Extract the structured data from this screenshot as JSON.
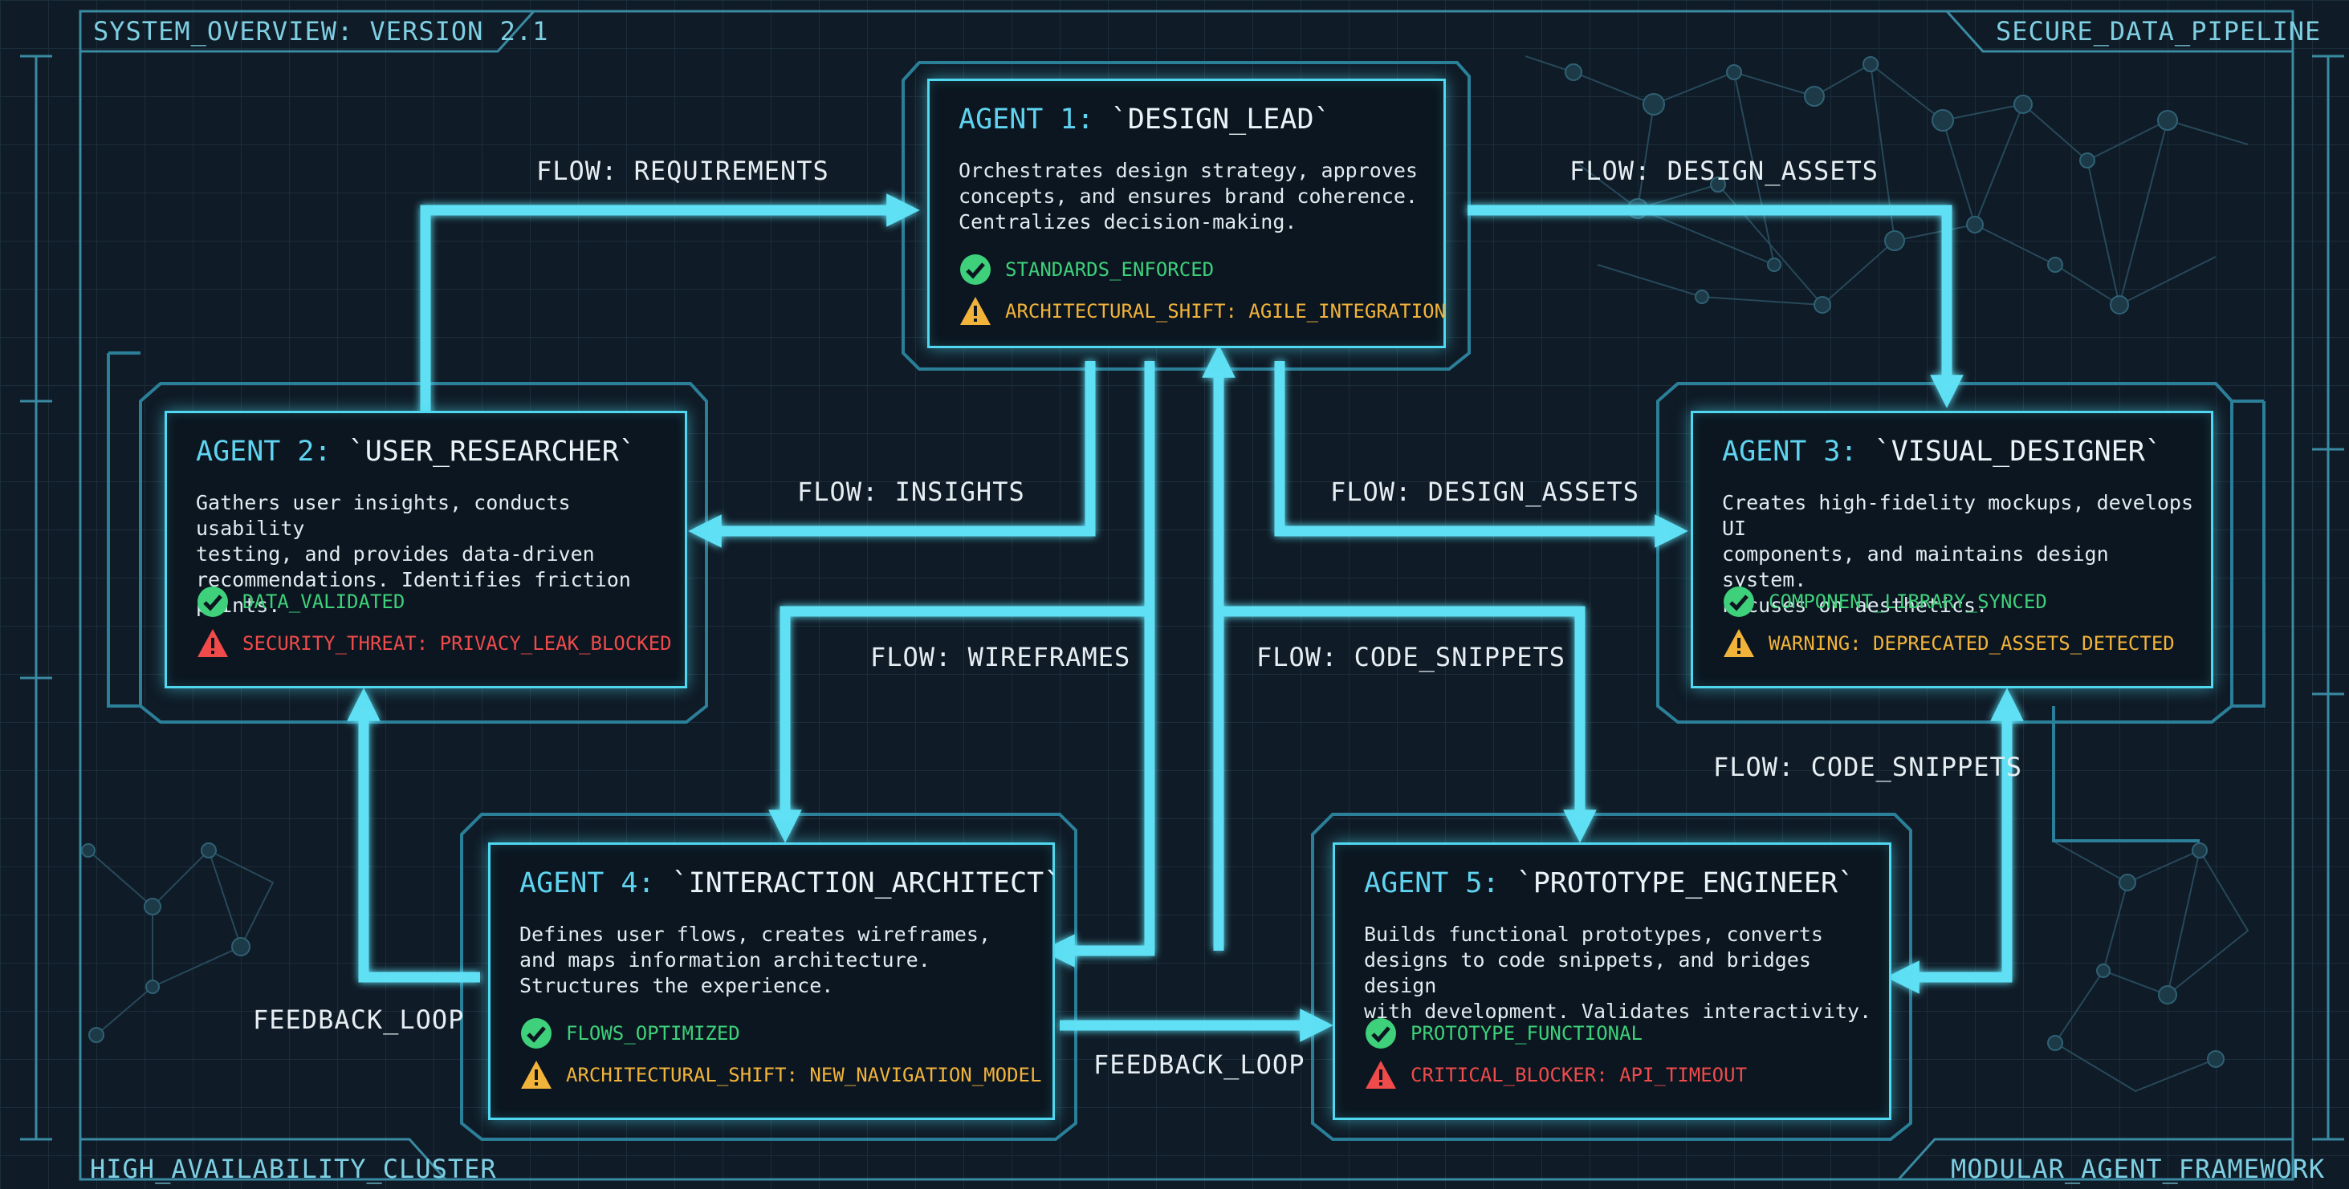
{
  "corners": {
    "top_left": "SYSTEM_OVERVIEW: VERSION 2.1",
    "top_right": "SECURE_DATA_PIPELINE",
    "bottom_left": "HIGH_AVAILABILITY_CLUSTER",
    "bottom_right": "MODULAR_AGENT_FRAMEWORK"
  },
  "flows": {
    "requirements": "FLOW: REQUIREMENTS",
    "design_assets_top": "FLOW: DESIGN_ASSETS",
    "insights": "FLOW: INSIGHTS",
    "design_assets_mid": "FLOW: DESIGN_ASSETS",
    "wireframes": "FLOW: WIREFRAMES",
    "code_snippets_mid": "FLOW: CODE_SNIPPETS",
    "code_snippets_right": "FLOW: CODE_SNIPPETS",
    "feedback_left": "FEEDBACK_LOOP",
    "feedback_mid": "FEEDBACK_LOOP"
  },
  "agents": {
    "a1": {
      "num": "AGENT 1:",
      "name": "`DESIGN_LEAD`",
      "desc": "Orchestrates design strategy, approves\nconcepts, and ensures brand coherence.\nCentralizes decision-making.",
      "status1": "STANDARDS_ENFORCED",
      "status2": "ARCHITECTURAL_SHIFT: AGILE_INTEGRATION"
    },
    "a2": {
      "num": "AGENT 2:",
      "name": "`USER_RESEARCHER`",
      "desc": "Gathers user insights, conducts usability\ntesting, and provides data-driven\nrecommendations. Identifies friction points.",
      "status1": "DATA_VALIDATED",
      "status2": "SECURITY_THREAT: PRIVACY_LEAK_BLOCKED"
    },
    "a3": {
      "num": "AGENT 3:",
      "name": "`VISUAL_DESIGNER`",
      "desc": "Creates high-fidelity mockups, develops UI\ncomponents, and maintains design system.\nFocuses on aesthetics.",
      "status1": "COMPONENT_LIBRARY_SYNCED",
      "status2": "WARNING: DEPRECATED_ASSETS_DETECTED"
    },
    "a4": {
      "num": "AGENT 4:",
      "name": "`INTERACTION_ARCHITECT`",
      "desc": "Defines user flows, creates wireframes,\nand maps information architecture.\nStructures the experience.",
      "status1": "FLOWS_OPTIMIZED",
      "status2": "ARCHITECTURAL_SHIFT: NEW_NAVIGATION_MODEL"
    },
    "a5": {
      "num": "AGENT 5:",
      "name": "`PROTOTYPE_ENGINEER`",
      "desc": "Builds functional prototypes, converts\ndesigns to code snippets, and bridges design\nwith development. Validates interactivity.",
      "status1": "PROTOTYPE_FUNCTIONAL",
      "status2": "CRITICAL_BLOCKER: API_TIMEOUT"
    }
  },
  "colors": {
    "accent": "#4fd8f0",
    "ok": "#3ed07a",
    "warn": "#f2b33a",
    "error": "#ef4b4b",
    "background": "#0f1b26"
  },
  "icons": {
    "ok": "check-circle-icon",
    "warn": "warning-triangle-icon",
    "error": "error-triangle-icon"
  }
}
